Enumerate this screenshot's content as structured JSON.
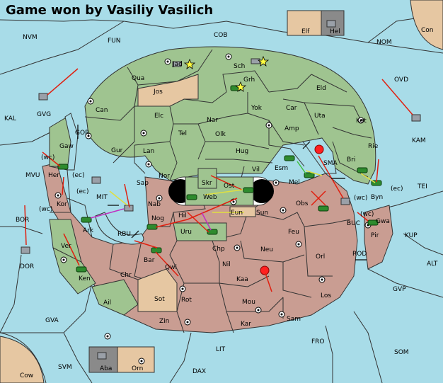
{
  "title": "Game won by Vasiliy Vasilich",
  "colors": {
    "sea": "#a8dce8",
    "green": "#9fc490",
    "red": "#c99d92",
    "tan": "#e6c7a2",
    "grey": "#8a8a8a"
  },
  "sea_labels": {
    "nvm": "NVM",
    "fun": "FUN",
    "cob": "COB",
    "nom": "NOM",
    "con": "Con",
    "ovd": "OVD",
    "kal": "KAL",
    "gvg": "GVG",
    "gor": "GOR",
    "kam": "KAM",
    "mvu": "MVU",
    "bor": "BOR",
    "dor": "DOR",
    "mit": "MIT",
    "rbu": "RBU",
    "sma": "SMA",
    "tei": "TEI",
    "buc": "BUC",
    "kup": "KUP",
    "rod": "ROD",
    "alt": "ALT",
    "gvp": "GVP",
    "gva": "GVA",
    "fro": "FRO",
    "som": "SOM",
    "lit": "LIT",
    "svm": "SVM",
    "dax": "DAX",
    "cow": "Cow"
  },
  "land_labels": {
    "elf": "Elf",
    "hel": "Hel",
    "jad": "Jad",
    "sch": "Sch",
    "qua": "Qua",
    "jos": "Jos",
    "grh": "Grh",
    "eld": "Eld",
    "can": "Can",
    "elc": "Elc",
    "nar": "Nar",
    "yok": "Yok",
    "car": "Car",
    "uta": "Uta",
    "kat": "Kat",
    "gur": "Gur",
    "tel": "Tel",
    "olk": "Olk",
    "amp": "Amp",
    "lan": "Lan",
    "hug": "Hug",
    "rie": "Rie",
    "gaw": "Gaw",
    "bri": "Bri",
    "nor": "Nor",
    "vil": "Vil",
    "esm": "Esm",
    "sap": "Sap",
    "skr": "Skr",
    "ost": "Ost",
    "web": "Web",
    "mel": "Mel",
    "her": "Her",
    "wc1": "(wc)",
    "ec1": "(ec)",
    "ec2": "(ec)",
    "wc2": "(wc)",
    "wc3": "(wc)",
    "wc4": "(wc)",
    "ec3": "(ec)",
    "byn": "Byn",
    "kor": "Kor",
    "nab": "Nab",
    "eun": "Eun",
    "sun": "Sun",
    "obs": "Obs",
    "ark": "Ark",
    "nog": "Nog",
    "hil": "Hil",
    "uru": "Uru",
    "feu": "Feu",
    "gwa": "Gwa",
    "pir": "Pir",
    "ver": "Ver",
    "chp": "Chp",
    "neu": "Neu",
    "orl": "Orl",
    "bar": "Bar",
    "qwi": "Qwi",
    "nil": "Nil",
    "ken": "Ken",
    "chr": "Chr",
    "kaa": "Kaa",
    "los": "Los",
    "sot": "Sot",
    "rot": "Rot",
    "ail": "Ail",
    "mou": "Mou",
    "zin": "Zin",
    "kar": "Kar",
    "sam": "Sam",
    "aba": "Aba",
    "orn": "Orn"
  }
}
